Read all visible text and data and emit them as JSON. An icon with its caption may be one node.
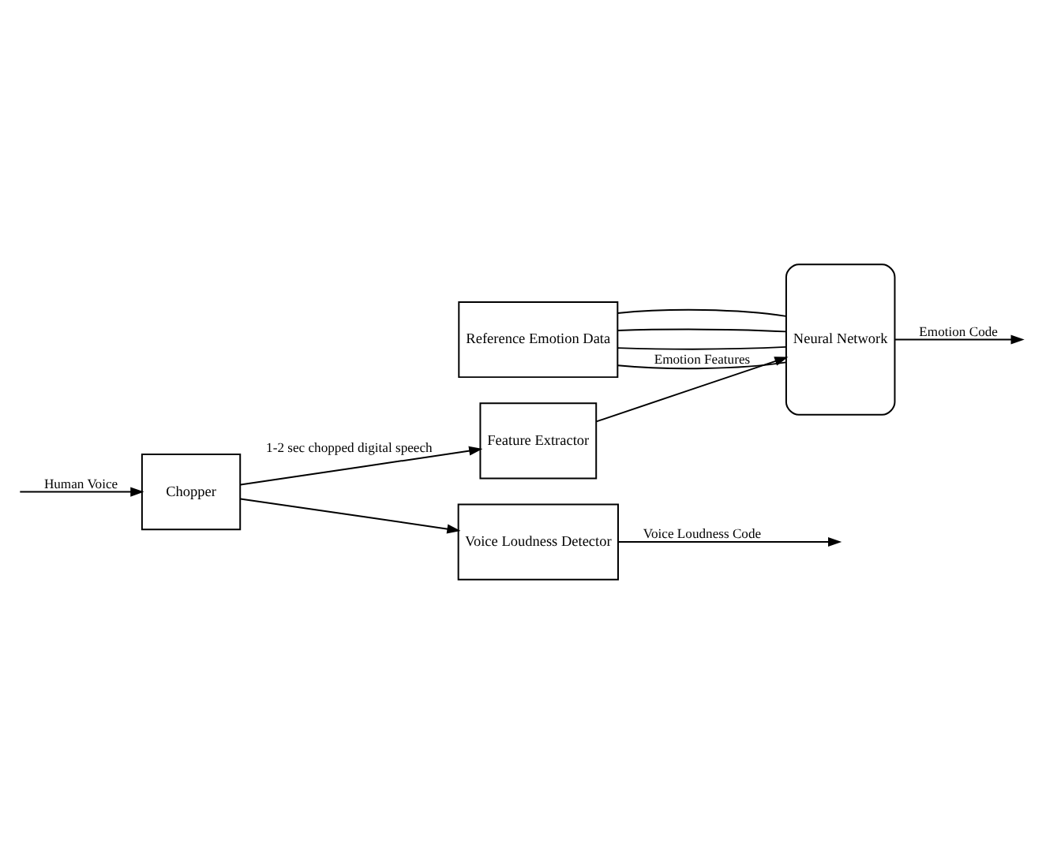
{
  "diagram": {
    "nodes": [
      {
        "text": [
          "Chopper"
        ]
      },
      {
        "text": [
          "Feature Extractor"
        ]
      },
      {
        "text": [
          "Reference Emotion Data"
        ]
      },
      {
        "text": [
          "Neural Network"
        ]
      },
      {
        "text": [
          "Voice Loudness Detector"
        ]
      }
    ],
    "edges": [
      {
        "from": null,
        "to": 0,
        "arrow": "to",
        "label": "Human Voice"
      },
      {
        "from": 0,
        "to": 1,
        "arrow": "to",
        "label": "1-2 sec chopped digital speech"
      },
      {
        "from": 0,
        "to": 4,
        "arrow": "to"
      },
      {
        "from": 1,
        "to": 3,
        "arrow": "to",
        "label": "Emotion Features"
      },
      {
        "from": 2,
        "to": 3,
        "arrow": "none"
      },
      {
        "from": 2,
        "to": 3,
        "arrow": "none"
      },
      {
        "from": 2,
        "to": 3,
        "arrow": "none"
      },
      {
        "from": 2,
        "to": 3,
        "arrow": "none"
      },
      {
        "from": 3,
        "to": null,
        "arrow": "to",
        "label": "Emotion Code"
      },
      {
        "from": 4,
        "to": null,
        "arrow": "to",
        "label": "Voice Loudness Code"
      }
    ]
  }
}
